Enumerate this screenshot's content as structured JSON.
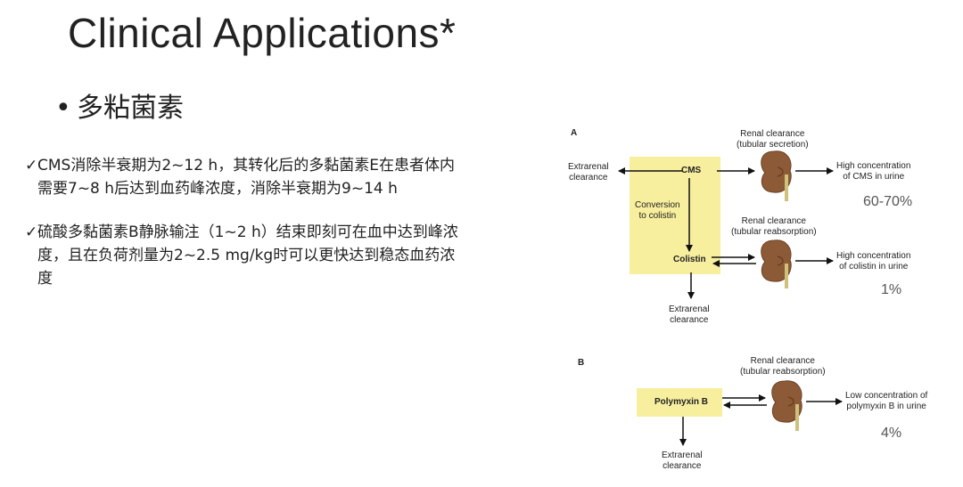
{
  "slide": {
    "title": "Clinical Applications*",
    "bullet_symbol": "•",
    "bullet_text": "多粘菌素",
    "check_symbol": "✓"
  },
  "paragraphs": [
    {
      "lines": [
        "CMS消除半衰期为2~12 h，其转化后的多黏菌素E在患者体内",
        "需要7~8 h后达到血药峰浓度，消除半衰期为9~14 h"
      ]
    },
    {
      "lines": [
        "硫酸多黏菌素B静脉输注（1~2 h）结束即刻可在血中达到峰浓",
        "度，且在负荷剂量为2~2.5 mg/kg时可以更快达到稳态血药浓",
        "度"
      ]
    }
  ],
  "diagram": {
    "panel_a": {
      "label": "A",
      "extrarenal_top": [
        "Extrarenal",
        "clearance"
      ],
      "cms": "CMS",
      "conversion": [
        "Conversion",
        "to colistin"
      ],
      "colistin": "Colistin",
      "extrarenal_bottom": [
        "Extrarenal",
        "clearance"
      ],
      "renal_secretion": [
        "Renal clearance",
        "(tubular secretion)"
      ],
      "renal_reabsorption": [
        "Renal clearance",
        "(tubular reabsorption)"
      ],
      "urine_cms": [
        "High concentration",
        "of CMS in urine"
      ],
      "urine_colistin": [
        "High concentration",
        "of colistin in urine"
      ],
      "pct_cms": "60-70%",
      "pct_colistin": "1%"
    },
    "panel_b": {
      "label": "B",
      "renal_reabsorption": [
        "Renal clearance",
        "(tubular reabsorption)"
      ],
      "polymyxin": "Polymyxin B",
      "urine_polymyxin": [
        "Low concentration of",
        "polymyxin B in urine"
      ],
      "extrarenal": [
        "Extrarenal",
        "clearance"
      ],
      "pct_polymyxin": "4%"
    },
    "colors": {
      "highlight": "#f7ee9e",
      "kidney": "#8c5a36",
      "kidney_dark": "#6a3f22",
      "ureter": "#cfc07a",
      "arrow": "#111111"
    }
  }
}
